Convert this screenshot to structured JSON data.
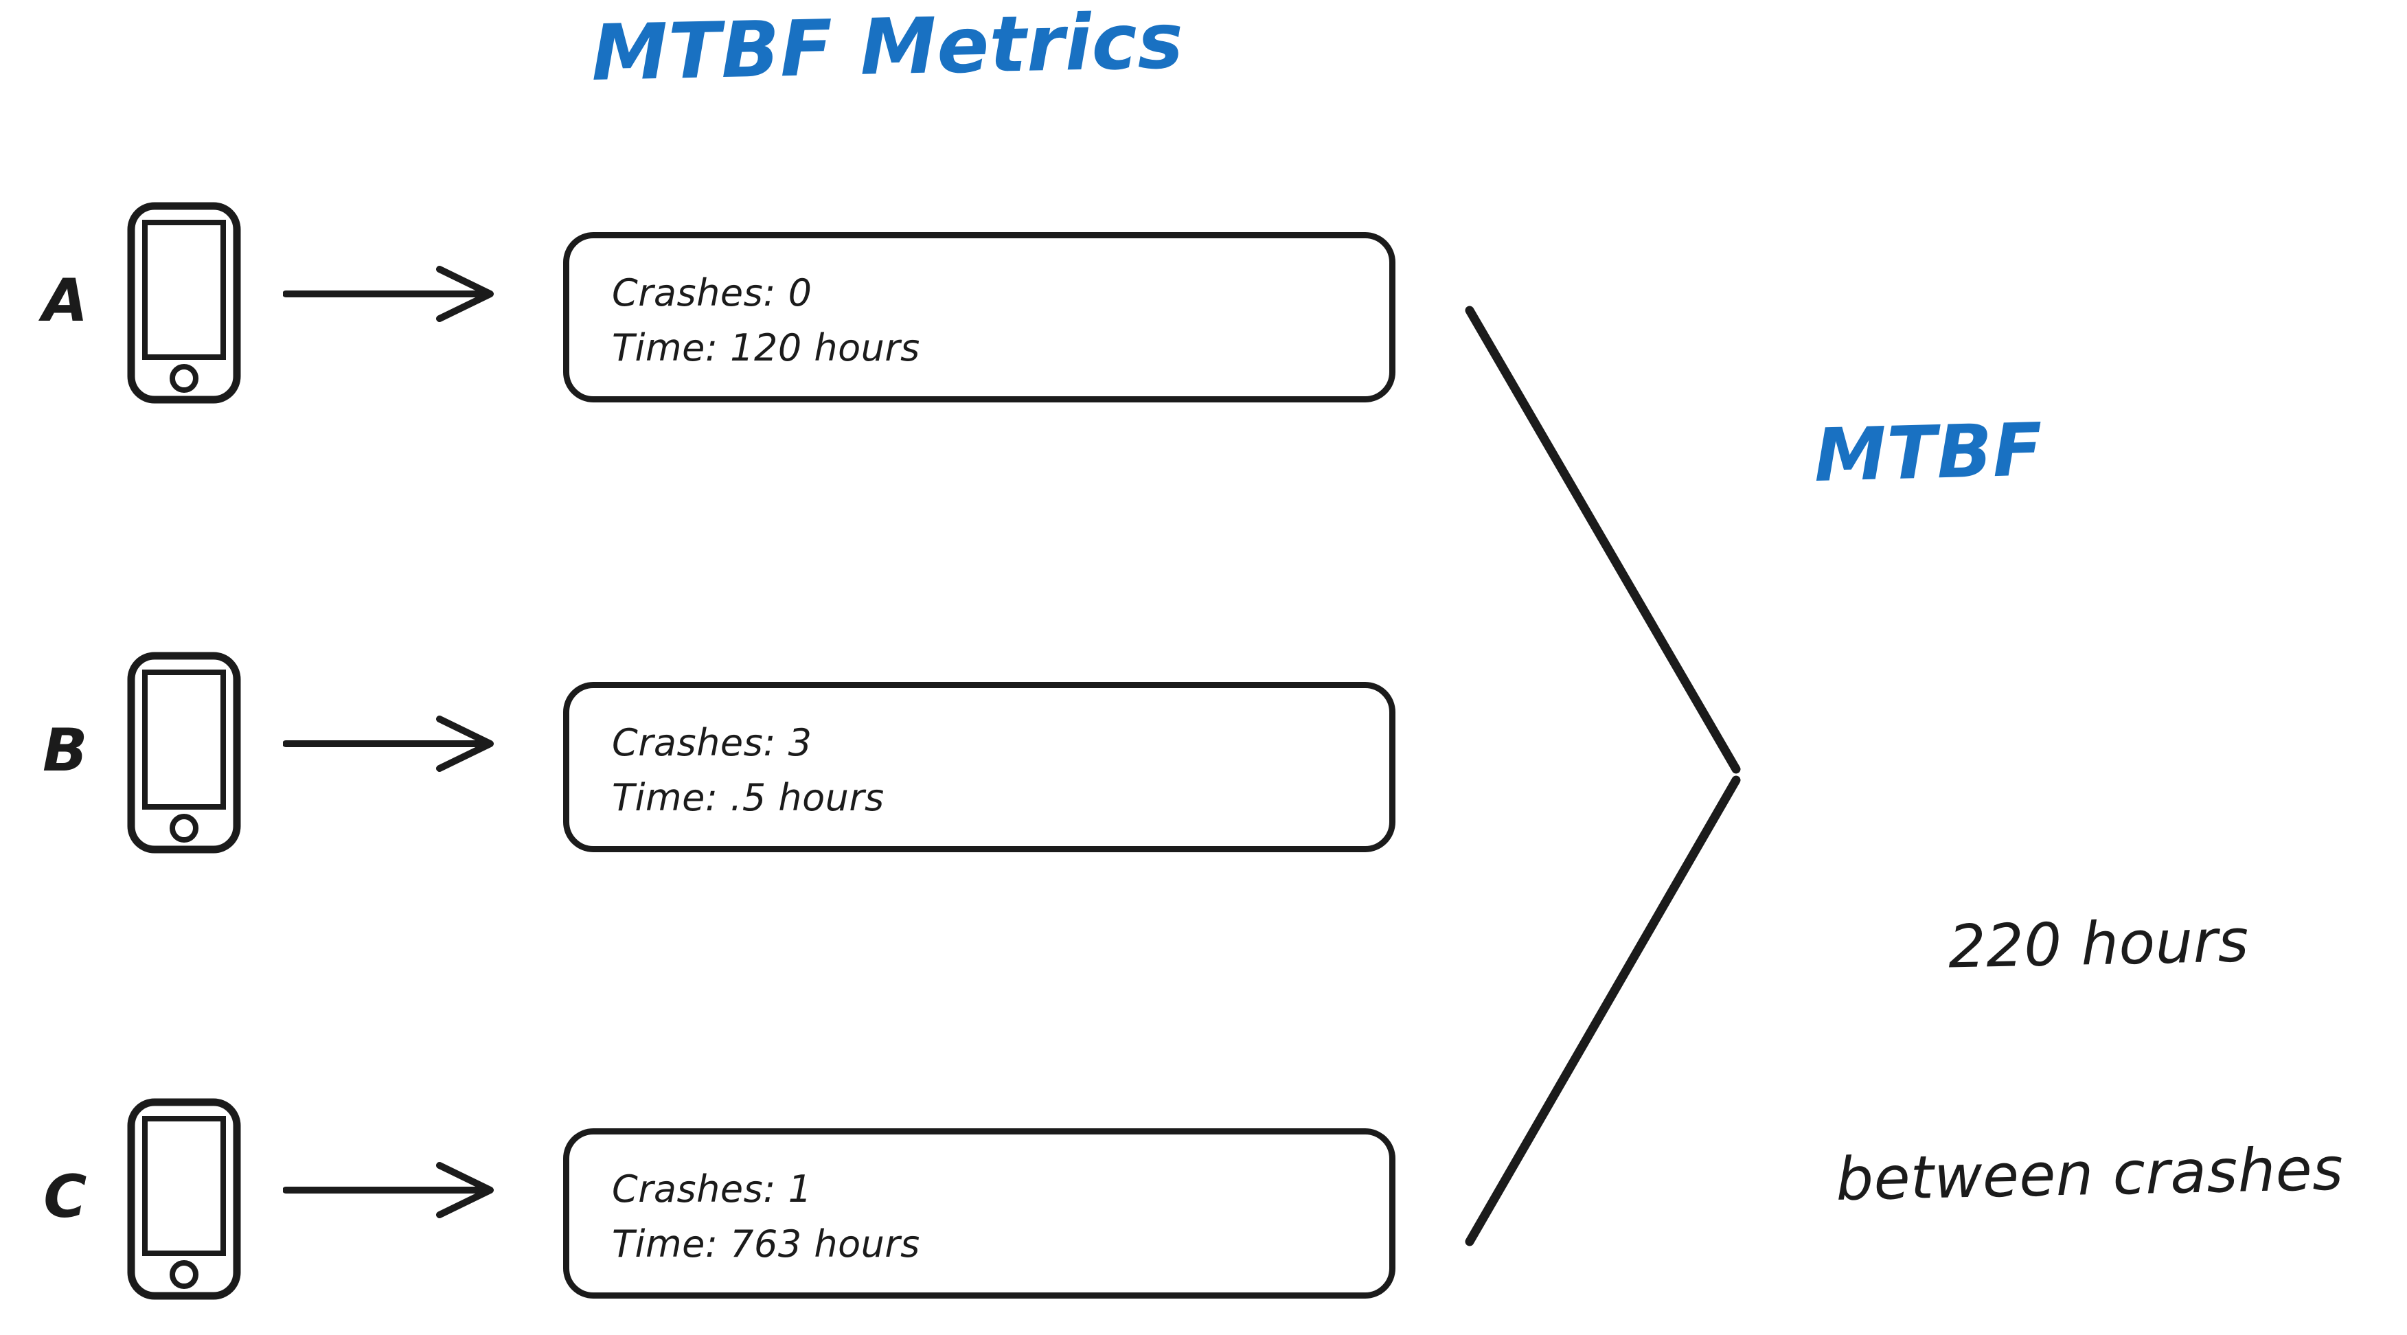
{
  "title": "MTBF Metrics",
  "colors": {
    "accent_blue": "#1971c2",
    "ink": "#1b1b1b",
    "background": "#ffffff"
  },
  "rows": [
    {
      "label": "A",
      "device_icon": "phone-icon",
      "arrow_icon": "arrow-right-icon",
      "crashes_line": "Crashes: 0",
      "time_line": "Time: 120 hours",
      "crashes": 0,
      "time_hours": 120
    },
    {
      "label": "B",
      "device_icon": "phone-icon",
      "arrow_icon": "arrow-right-icon",
      "crashes_line": "Crashes: 3",
      "time_line": "Time: .5 hours",
      "crashes": 3,
      "time_hours": 0.5
    },
    {
      "label": "C",
      "device_icon": "phone-icon",
      "arrow_icon": "arrow-right-icon",
      "crashes_line": "Crashes: 1",
      "time_line": "Time: 763 hours",
      "crashes": 1,
      "time_hours": 763
    }
  ],
  "summary": {
    "heading": "MTBF",
    "result_line_1": "220 hours",
    "result_line_2": "between crashes",
    "value": 220,
    "unit": "hours"
  },
  "bracket_icon": "converging-bracket-icon"
}
